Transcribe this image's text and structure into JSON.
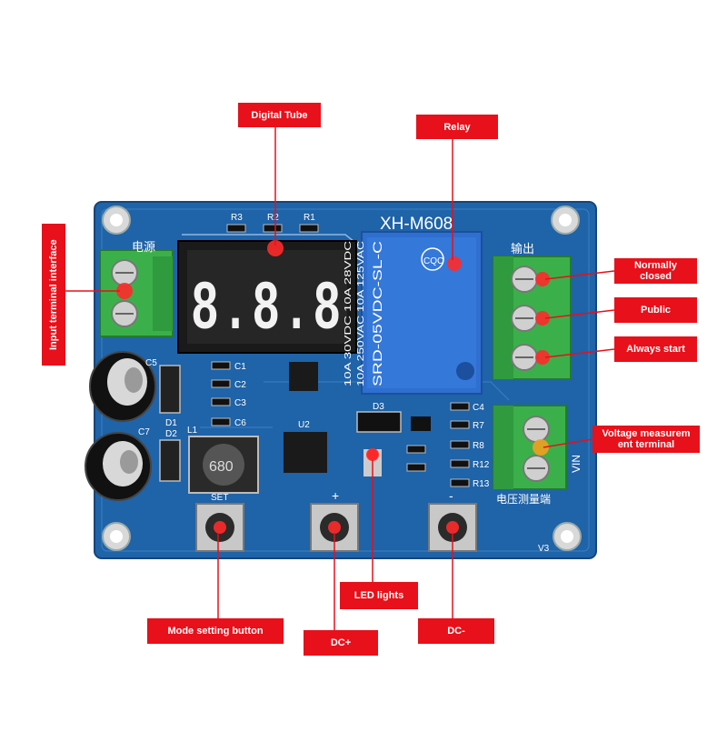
{
  "callouts": {
    "digital_tube": "Digital Tube",
    "relay": "Relay",
    "input_terminal": "Input terminal interface",
    "normally_closed": "Normally closed",
    "public": "Public",
    "always_start": "Always start",
    "voltage_terminal": "Voltage measurem ent terminal",
    "led_lights": "LED lights",
    "mode_button": "Mode setting button",
    "dc_plus": "DC+",
    "dc_minus": "DC-"
  },
  "board": {
    "model": "XH-M608",
    "label_power": "电源",
    "label_output": "输出",
    "label_voltage": "电压测量端",
    "display": "8.8.8",
    "relay_lines": [
      "SRD-05VDC-SL-C",
      "10A 250VAC 10A 125VAC",
      "10A 30VDC 10A 28VDC"
    ],
    "relay_brand": "CQC",
    "inductor": "680",
    "labels": {
      "r3": "R3",
      "r2": "R2",
      "r1": "R1",
      "c1": "C1",
      "c2": "C2",
      "c3": "C3",
      "c6": "C6",
      "c4": "C4",
      "r7": "R7",
      "r8": "R8",
      "r12": "R12",
      "r13": "R13",
      "c5": "C5",
      "c7": "C7",
      "d1": "D1",
      "d2": "D2",
      "d3": "D3",
      "l1": "L1",
      "u2": "U2",
      "v3": "V3",
      "vin": "VIN",
      "set": "SET",
      "plus": "+",
      "minus": "-"
    }
  },
  "colors": {
    "accent": "#e8101a",
    "pcb": "#1f63a8",
    "terminal": "#3bb04a",
    "relay": "#2e6fd0"
  }
}
